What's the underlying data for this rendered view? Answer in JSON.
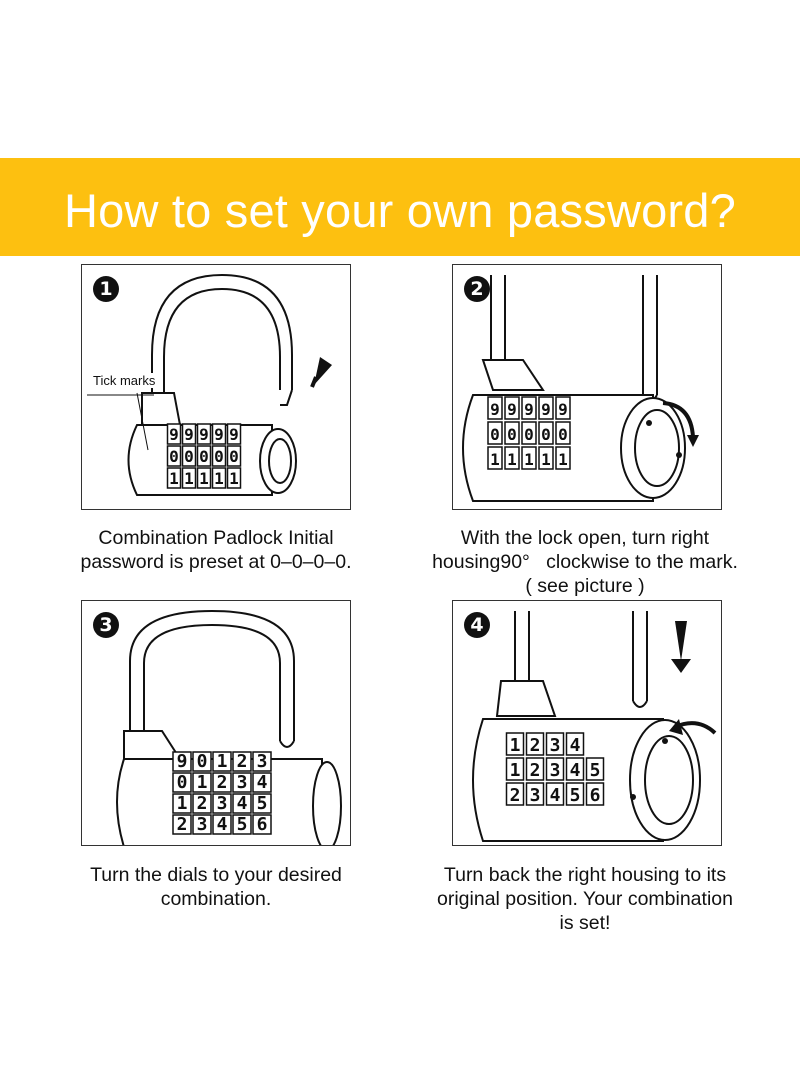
{
  "title": "How to set your own password?",
  "steps": [
    {
      "badge": "1",
      "callout": "Tick marks",
      "caption_lines": [
        "Combination Padlock Initial",
        "password is preset at 0–0–0–0."
      ],
      "dial_rows": [
        [
          "9",
          "9",
          "9",
          "9",
          "9"
        ],
        [
          "0",
          "0",
          "0",
          "0",
          "0"
        ],
        [
          "1",
          "1",
          "1",
          "1",
          "1"
        ]
      ]
    },
    {
      "badge": "2",
      "caption_lines": [
        "With the lock open, turn right",
        "housing90°   clockwise to the mark.",
        "( see picture )"
      ],
      "dial_rows": [
        [
          "9",
          "9",
          "9",
          "9",
          "9"
        ],
        [
          "0",
          "0",
          "0",
          "0",
          "0"
        ],
        [
          "1",
          "1",
          "1",
          "1",
          "1"
        ]
      ]
    },
    {
      "badge": "3",
      "caption_lines": [
        "Turn the dials to your desired",
        "combination."
      ],
      "dial_rows": [
        [
          "9",
          "0",
          "1",
          "2",
          "3"
        ],
        [
          "0",
          "1",
          "2",
          "3",
          "4"
        ],
        [
          "1",
          "2",
          "3",
          "4",
          "5"
        ],
        [
          "2",
          "3",
          "4",
          "5",
          "6"
        ]
      ]
    },
    {
      "badge": "4",
      "caption_lines": [
        "Turn back the right housing to its",
        "original position. Your combination",
        "is set!"
      ],
      "dial_rows": [
        [
          "1",
          "2",
          "3",
          "4"
        ],
        [
          "1",
          "2",
          "3",
          "4",
          "5"
        ],
        [
          "2",
          "3",
          "4",
          "5",
          "6"
        ]
      ]
    }
  ],
  "colors": {
    "banner": "#fdc010",
    "banner_text": "#ffffff",
    "line_art": "#111111"
  }
}
